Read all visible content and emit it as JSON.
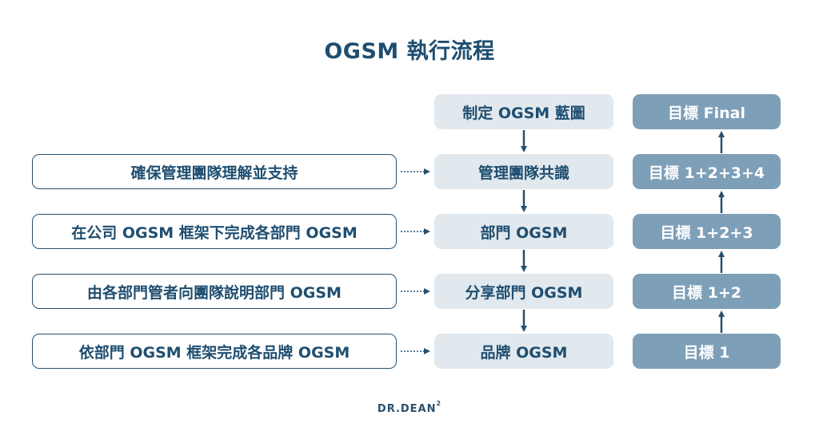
{
  "title": "OGSM 執行流程",
  "left_items": [
    "確保管理團隊理解並支持",
    "在公司 OGSM 框架下完成各部門 OGSM",
    "由各部門管者向團隊說明部門 OGSM",
    "依部門 OGSM 框架完成各品牌 OGSM"
  ],
  "center_steps": [
    "制定 OGSM 藍圖",
    "管理團隊共識",
    "部門 OGSM",
    "分享部門 OGSM",
    "品牌 OGSM"
  ],
  "right_goals": [
    "目標 Final",
    "目標 1+2+3+4",
    "目標 1+2+3",
    "目標 1+2",
    "目標 1"
  ],
  "logo": {
    "text": "DR.DEAN",
    "superscript": "2"
  },
  "colors": {
    "title": "#1f4e70",
    "left_border": "#27506f",
    "center_fill": "#e1e8ee",
    "right_fill": "#7e9fb8",
    "arrow": "#27506f"
  }
}
